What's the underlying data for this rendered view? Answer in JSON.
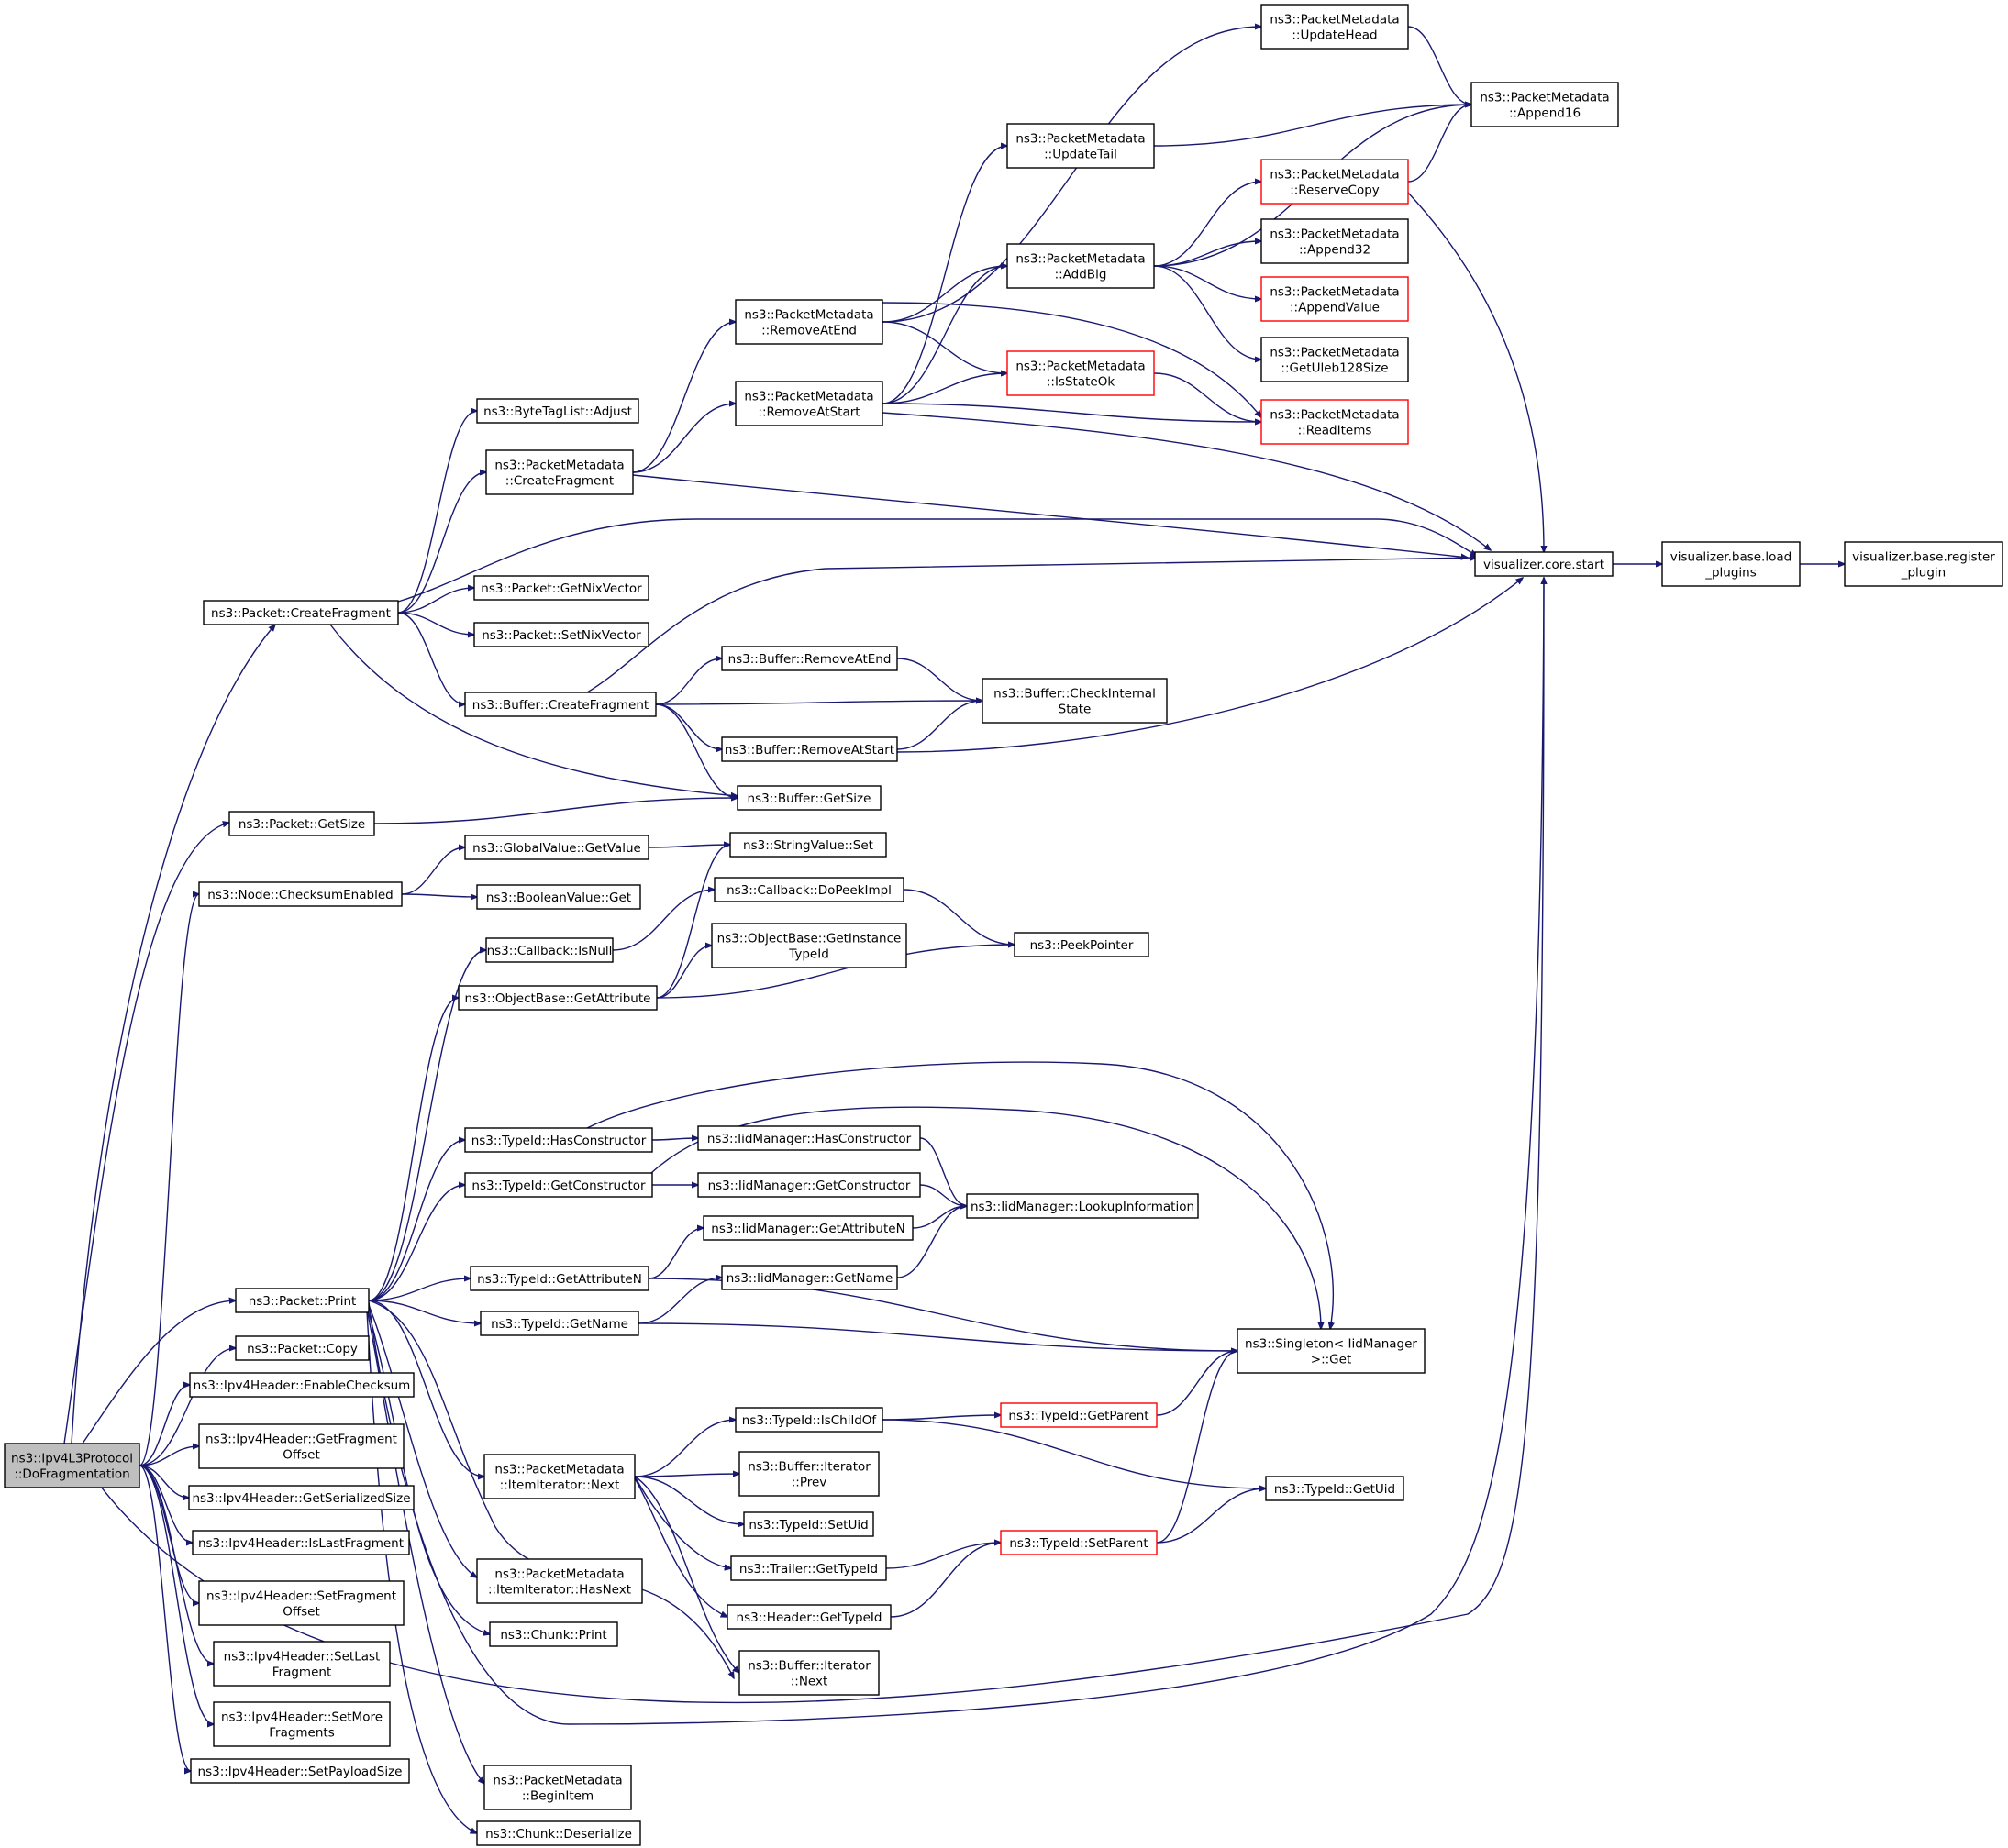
{
  "diagram": {
    "nodes": [
      {
        "id": "root",
        "lines": [
          "ns3::Ipv4L3Protocol",
          "::DoFragmentation"
        ],
        "style": "root"
      },
      {
        "id": "pcf",
        "lines": [
          "ns3::Packet::CreateFragment"
        ]
      },
      {
        "id": "pgs",
        "lines": [
          "ns3::Packet::GetSize"
        ]
      },
      {
        "id": "nce",
        "lines": [
          "ns3::Node::ChecksumEnabled"
        ]
      },
      {
        "id": "pp",
        "lines": [
          "ns3::Packet::Print"
        ]
      },
      {
        "id": "pc",
        "lines": [
          "ns3::Packet::Copy"
        ]
      },
      {
        "id": "hec",
        "lines": [
          "ns3::Ipv4Header::EnableChecksum"
        ]
      },
      {
        "id": "hgfo",
        "lines": [
          "ns3::Ipv4Header::GetFragment",
          "Offset"
        ]
      },
      {
        "id": "hgss",
        "lines": [
          "ns3::Ipv4Header::GetSerializedSize"
        ]
      },
      {
        "id": "hilf",
        "lines": [
          "ns3::Ipv4Header::IsLastFragment"
        ]
      },
      {
        "id": "hsfo",
        "lines": [
          "ns3::Ipv4Header::SetFragment",
          "Offset"
        ]
      },
      {
        "id": "hslf",
        "lines": [
          "ns3::Ipv4Header::SetLast",
          "Fragment"
        ]
      },
      {
        "id": "hsmf",
        "lines": [
          "ns3::Ipv4Header::SetMore",
          "Fragments"
        ]
      },
      {
        "id": "hsps",
        "lines": [
          "ns3::Ipv4Header::SetPayloadSize"
        ]
      },
      {
        "id": "btla",
        "lines": [
          "ns3::ByteTagList::Adjust"
        ]
      },
      {
        "id": "pmcf",
        "lines": [
          "ns3::PacketMetadata",
          "::CreateFragment"
        ]
      },
      {
        "id": "pgnv",
        "lines": [
          "ns3::Packet::GetNixVector"
        ]
      },
      {
        "id": "psnv",
        "lines": [
          "ns3::Packet::SetNixVector"
        ]
      },
      {
        "id": "bcf",
        "lines": [
          "ns3::Buffer::CreateFragment"
        ]
      },
      {
        "id": "bgs",
        "lines": [
          "ns3::Buffer::GetSize"
        ]
      },
      {
        "id": "gvgv",
        "lines": [
          "ns3::GlobalValue::GetValue"
        ]
      },
      {
        "id": "bvg",
        "lines": [
          "ns3::BooleanValue::Get"
        ]
      },
      {
        "id": "cbn",
        "lines": [
          "ns3::Callback::IsNull"
        ]
      },
      {
        "id": "obga",
        "lines": [
          "ns3::ObjectBase::GetAttribute"
        ]
      },
      {
        "id": "thc",
        "lines": [
          "ns3::TypeId::HasConstructor"
        ]
      },
      {
        "id": "tgc",
        "lines": [
          "ns3::TypeId::GetConstructor"
        ]
      },
      {
        "id": "tgan",
        "lines": [
          "ns3::TypeId::GetAttributeN"
        ]
      },
      {
        "id": "tgn",
        "lines": [
          "ns3::TypeId::GetName"
        ]
      },
      {
        "id": "pmiin",
        "lines": [
          "ns3::PacketMetadata",
          "::ItemIterator::Next"
        ]
      },
      {
        "id": "pmiihn",
        "lines": [
          "ns3::PacketMetadata",
          "::ItemIterator::HasNext"
        ]
      },
      {
        "id": "cp",
        "lines": [
          "ns3::Chunk::Print"
        ]
      },
      {
        "id": "pmbi",
        "lines": [
          "ns3::PacketMetadata",
          "::BeginItem"
        ]
      },
      {
        "id": "cd",
        "lines": [
          "ns3::Chunk::Deserialize"
        ]
      },
      {
        "id": "pmrae",
        "lines": [
          "ns3::PacketMetadata",
          "::RemoveAtEnd"
        ]
      },
      {
        "id": "pmras",
        "lines": [
          "ns3::PacketMetadata",
          "::RemoveAtStart"
        ]
      },
      {
        "id": "brae",
        "lines": [
          "ns3::Buffer::RemoveAtEnd"
        ]
      },
      {
        "id": "bras",
        "lines": [
          "ns3::Buffer::RemoveAtStart"
        ]
      },
      {
        "id": "svs",
        "lines": [
          "ns3::StringValue::Set"
        ]
      },
      {
        "id": "cdpi",
        "lines": [
          "ns3::Callback::DoPeekImpl"
        ]
      },
      {
        "id": "obgit",
        "lines": [
          "ns3::ObjectBase::GetInstance",
          "TypeId"
        ]
      },
      {
        "id": "imhc",
        "lines": [
          "ns3::IidManager::HasConstructor"
        ]
      },
      {
        "id": "imgc",
        "lines": [
          "ns3::IidManager::GetConstructor"
        ]
      },
      {
        "id": "imgan",
        "lines": [
          "ns3::IidManager::GetAttributeN"
        ]
      },
      {
        "id": "imgn",
        "lines": [
          "ns3::IidManager::GetName"
        ]
      },
      {
        "id": "tico",
        "lines": [
          "ns3::TypeId::IsChildOf"
        ]
      },
      {
        "id": "bip",
        "lines": [
          "ns3::Buffer::Iterator",
          "::Prev"
        ]
      },
      {
        "id": "tsu",
        "lines": [
          "ns3::TypeId::SetUid"
        ]
      },
      {
        "id": "tgti",
        "lines": [
          "ns3::Trailer::GetTypeId"
        ]
      },
      {
        "id": "hgti",
        "lines": [
          "ns3::Header::GetTypeId"
        ]
      },
      {
        "id": "bin",
        "lines": [
          "ns3::Buffer::Iterator",
          "::Next"
        ]
      },
      {
        "id": "pmut",
        "lines": [
          "ns3::PacketMetadata",
          "::UpdateTail"
        ]
      },
      {
        "id": "pmab",
        "lines": [
          "ns3::PacketMetadata",
          "::AddBig"
        ]
      },
      {
        "id": "pmuh",
        "lines": [
          "ns3::PacketMetadata",
          "::UpdateHead"
        ]
      },
      {
        "id": "pmiso",
        "lines": [
          "ns3::PacketMetadata",
          "::IsStateOk"
        ],
        "style": "red"
      },
      {
        "id": "bcis",
        "lines": [
          "ns3::Buffer::CheckInternal",
          "State"
        ]
      },
      {
        "id": "pptr",
        "lines": [
          "ns3::PeekPointer"
        ]
      },
      {
        "id": "imli",
        "lines": [
          "ns3::IidManager::LookupInformation"
        ]
      },
      {
        "id": "tgp",
        "lines": [
          "ns3::TypeId::GetParent"
        ],
        "style": "red"
      },
      {
        "id": "tsp",
        "lines": [
          "ns3::TypeId::SetParent"
        ],
        "style": "red"
      },
      {
        "id": "pma16",
        "lines": [
          "ns3::PacketMetadata",
          "::Append16"
        ]
      },
      {
        "id": "pmrc",
        "lines": [
          "ns3::PacketMetadata",
          "::ReserveCopy"
        ],
        "style": "red"
      },
      {
        "id": "pma32",
        "lines": [
          "ns3::PacketMetadata",
          "::Append32"
        ]
      },
      {
        "id": "pmav",
        "lines": [
          "ns3::PacketMetadata",
          "::AppendValue"
        ],
        "style": "red"
      },
      {
        "id": "pmgu",
        "lines": [
          "ns3::PacketMetadata",
          "::GetUleb128Size"
        ]
      },
      {
        "id": "pmri",
        "lines": [
          "ns3::PacketMetadata",
          "::ReadItems"
        ],
        "style": "red"
      },
      {
        "id": "vcs",
        "lines": [
          "visualizer.core.start"
        ]
      },
      {
        "id": "sig",
        "lines": [
          "ns3::Singleton< IidManager",
          " >::Get"
        ]
      },
      {
        "id": "tgu",
        "lines": [
          "ns3::TypeId::GetUid"
        ]
      },
      {
        "id": "vblp",
        "lines": [
          "visualizer.base.load",
          "_plugins"
        ]
      },
      {
        "id": "vbrp",
        "lines": [
          "visualizer.base.register",
          "_plugin"
        ]
      }
    ],
    "edges": [
      [
        "root",
        "pcf"
      ],
      [
        "root",
        "pgs"
      ],
      [
        "root",
        "nce"
      ],
      [
        "root",
        "pp"
      ],
      [
        "root",
        "pc"
      ],
      [
        "root",
        "hec"
      ],
      [
        "root",
        "hgfo"
      ],
      [
        "root",
        "hgss"
      ],
      [
        "root",
        "hilf"
      ],
      [
        "root",
        "hsfo"
      ],
      [
        "root",
        "hslf"
      ],
      [
        "root",
        "hsmf"
      ],
      [
        "root",
        "hsps"
      ],
      [
        "root",
        "vcs"
      ],
      [
        "pcf",
        "btla"
      ],
      [
        "pcf",
        "pmcf"
      ],
      [
        "pcf",
        "pgnv"
      ],
      [
        "pcf",
        "psnv"
      ],
      [
        "pcf",
        "bcf"
      ],
      [
        "pcf",
        "bgs"
      ],
      [
        "pcf",
        "vcs"
      ],
      [
        "pgs",
        "bgs"
      ],
      [
        "nce",
        "gvgv"
      ],
      [
        "nce",
        "bvg"
      ],
      [
        "gvgv",
        "svs"
      ],
      [
        "pp",
        "cbn"
      ],
      [
        "pp",
        "obga"
      ],
      [
        "pp",
        "thc"
      ],
      [
        "pp",
        "tgc"
      ],
      [
        "pp",
        "tgan"
      ],
      [
        "pp",
        "tgn"
      ],
      [
        "pp",
        "pmiin"
      ],
      [
        "pp",
        "pmiihn"
      ],
      [
        "pp",
        "cp"
      ],
      [
        "pp",
        "pmbi"
      ],
      [
        "pp",
        "cd"
      ],
      [
        "pp",
        "bin"
      ],
      [
        "pp",
        "vcs"
      ],
      [
        "pmcf",
        "pmrae"
      ],
      [
        "pmcf",
        "pmras"
      ],
      [
        "pmcf",
        "vcs"
      ],
      [
        "bcf",
        "brae"
      ],
      [
        "bcf",
        "bras"
      ],
      [
        "bcf",
        "bcis"
      ],
      [
        "bcf",
        "bgs"
      ],
      [
        "bcf",
        "vcs"
      ],
      [
        "brae",
        "bcis"
      ],
      [
        "bras",
        "bcis"
      ],
      [
        "bras",
        "vcs"
      ],
      [
        "cbn",
        "cdpi"
      ],
      [
        "cdpi",
        "pptr"
      ],
      [
        "obga",
        "svs"
      ],
      [
        "obga",
        "obgit"
      ],
      [
        "obga",
        "pptr"
      ],
      [
        "thc",
        "imhc"
      ],
      [
        "thc",
        "sig"
      ],
      [
        "tgc",
        "imgc"
      ],
      [
        "tgc",
        "sig"
      ],
      [
        "tgan",
        "imgan"
      ],
      [
        "tgan",
        "sig"
      ],
      [
        "tgn",
        "imgn"
      ],
      [
        "tgn",
        "sig"
      ],
      [
        "imhc",
        "imli"
      ],
      [
        "imgc",
        "imli"
      ],
      [
        "imgan",
        "imli"
      ],
      [
        "imgn",
        "imli"
      ],
      [
        "pmiin",
        "tico"
      ],
      [
        "pmiin",
        "bip"
      ],
      [
        "pmiin",
        "tsu"
      ],
      [
        "pmiin",
        "tgti"
      ],
      [
        "pmiin",
        "hgti"
      ],
      [
        "pmiin",
        "bin"
      ],
      [
        "tico",
        "tgp"
      ],
      [
        "tico",
        "tgu"
      ],
      [
        "tgp",
        "sig"
      ],
      [
        "tgti",
        "tsp"
      ],
      [
        "hgti",
        "tsp"
      ],
      [
        "tsp",
        "sig"
      ],
      [
        "tsp",
        "tgu"
      ],
      [
        "pmrae",
        "pmuh"
      ],
      [
        "pmrae",
        "pmab"
      ],
      [
        "pmrae",
        "pmiso"
      ],
      [
        "pmrae",
        "pmri"
      ],
      [
        "pmras",
        "pmut"
      ],
      [
        "pmras",
        "pmab"
      ],
      [
        "pmras",
        "pmiso"
      ],
      [
        "pmras",
        "pmri"
      ],
      [
        "pmras",
        "vcs"
      ],
      [
        "pmiso",
        "pmri"
      ],
      [
        "pmuh",
        "pma16"
      ],
      [
        "pmut",
        "pma16"
      ],
      [
        "pmab",
        "pma16"
      ],
      [
        "pmab",
        "pmrc"
      ],
      [
        "pmab",
        "pma32"
      ],
      [
        "pmab",
        "pmav"
      ],
      [
        "pmab",
        "pmgu"
      ],
      [
        "pmrc",
        "pma16"
      ],
      [
        "pmrc",
        "vcs"
      ],
      [
        "vcs",
        "vblp"
      ],
      [
        "vblp",
        "vbrp"
      ]
    ]
  }
}
